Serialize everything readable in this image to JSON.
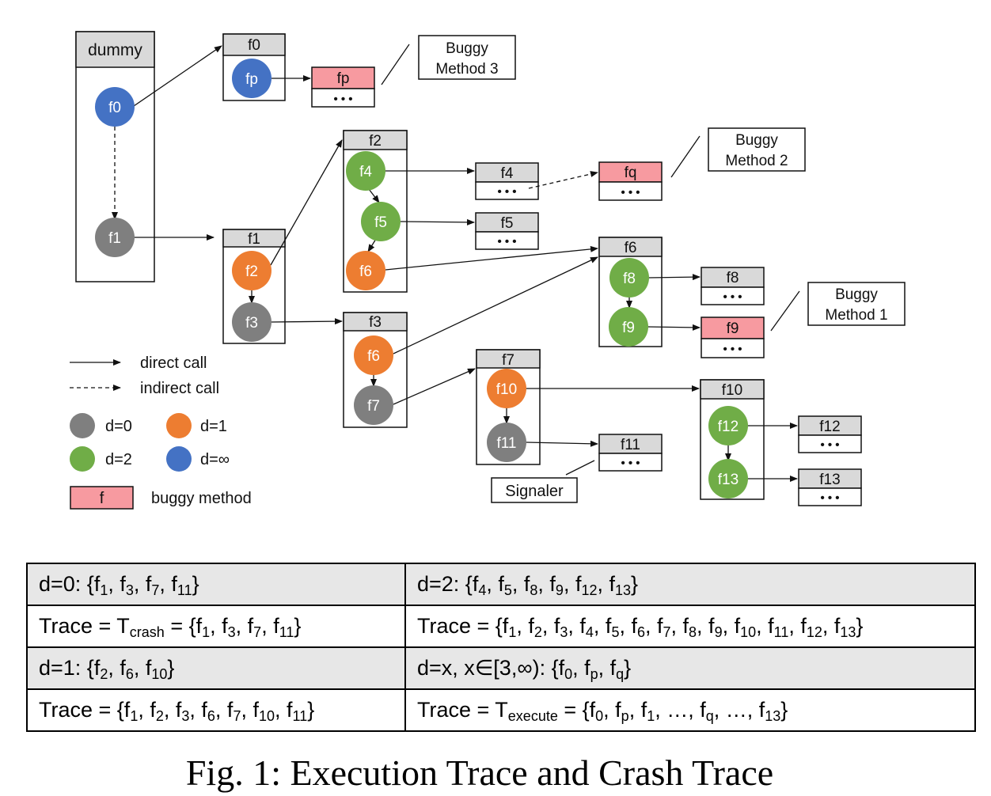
{
  "colors": {
    "d0": "#7f7f7f",
    "d1": "#ed7d31",
    "d2": "#70ad47",
    "dinf": "#4472c4",
    "buggy": "#f79aa0",
    "header": "#d9d9d9",
    "row_shade": "#e7e7e7"
  },
  "frames": {
    "dummy": "dummy",
    "f0": "f0",
    "f1": "f1",
    "f2": "f2",
    "f3": "f3",
    "f6": "f6",
    "f7": "f7",
    "f10": "f10"
  },
  "boxes": {
    "fp": "fp",
    "f4": "f4",
    "fq": "fq",
    "f5": "f5",
    "f8": "f8",
    "f9": "f9",
    "f11": "f11",
    "f12": "f12",
    "f13": "f13",
    "dots": "• • •"
  },
  "nodes": {
    "f0": "f0",
    "f1": "f1",
    "fp": "fp",
    "f2": "f2",
    "f3": "f3",
    "f4": "f4",
    "f5": "f5",
    "f6a": "f6",
    "f6b": "f6",
    "f7": "f7",
    "f8": "f8",
    "f9": "f9",
    "f10": "f10",
    "f11": "f11",
    "f12": "f12",
    "f13": "f13"
  },
  "callouts": {
    "bm3": [
      "Buggy",
      "Method 3"
    ],
    "bm2": [
      "Buggy",
      "Method 2"
    ],
    "bm1": [
      "Buggy",
      "Method 1"
    ],
    "signaler": "Signaler"
  },
  "legend": {
    "direct": "direct call",
    "indirect": "indirect call",
    "d0": "d=0",
    "d1": "d=1",
    "d2": "d=2",
    "dinf": "d=∞",
    "buggy_box": "f",
    "buggy": "buggy method"
  },
  "table": {
    "r1_left_pre": "d=0: {f",
    "r1_right_pre": "d=2: {f",
    "r2_left_pre": "Trace = T",
    "r2_right_pre": "Trace = {f",
    "r3_left_pre": "d=1: {f",
    "r3_right_pre": "d=x, x∈[3,∞): {f",
    "r4_left_pre": "Trace = {f",
    "r4_right_pre": "Trace = T"
  },
  "caption": "Fig. 1: Execution Trace and Crash Trace"
}
